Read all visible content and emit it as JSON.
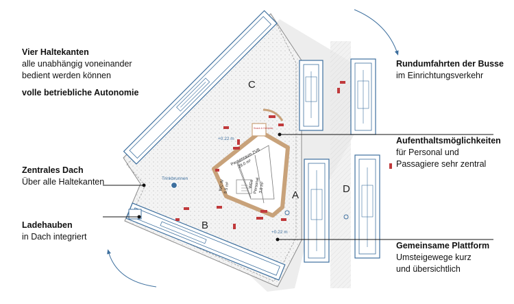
{
  "annotations": {
    "vier": {
      "title": "Vier Haltekanten",
      "lines": [
        "alle unabhängig voneinander",
        "bedient werden können"
      ]
    },
    "autonomie": {
      "title": "volle betriebliche Autonomie"
    },
    "dach": {
      "title": "Zentrales Dach",
      "lines": [
        "Über alle Haltekanten"
      ]
    },
    "ladehauben": {
      "title": "Ladehauben",
      "lines": [
        "in Dach integriert"
      ]
    },
    "rundfahrten": {
      "title": "Rundumfahrten der Busse",
      "lines": [
        "im Einrichtungsverkehr"
      ]
    },
    "aufenthalt": {
      "title": "Aufenthaltsmöglichkeiten",
      "lines": [
        "für Personal und",
        "Passagiere sehr zentral"
      ]
    },
    "plattform": {
      "title": "Gemeinsame Plattform",
      "lines": [
        "Umsteigewege kurz",
        "und übersichtlich"
      ]
    }
  },
  "plan": {
    "labels": {
      "a": "A",
      "b": "B",
      "c": "C",
      "d": "D"
    },
    "trinkbrunnen": "Trinkbrunnen",
    "level_top": "+0.22 m",
    "level_bottom": "+0.22 m",
    "pausenraum": [
      "Pausenraum ZVB",
      "28.0 m²"
    ],
    "wc_iv": [
      "WC IV",
      "5.5 m²"
    ],
    "wcs_personal": [
      "WCs",
      "Personal",
      "3.5 m²"
    ],
    "small_sign": "Snack & Getränke"
  },
  "colors": {
    "accent_blue": "#3d6f9e",
    "wood": "#c8a27a",
    "plan_line": "#7a7a7a",
    "furniture_red": "#c0393b"
  }
}
